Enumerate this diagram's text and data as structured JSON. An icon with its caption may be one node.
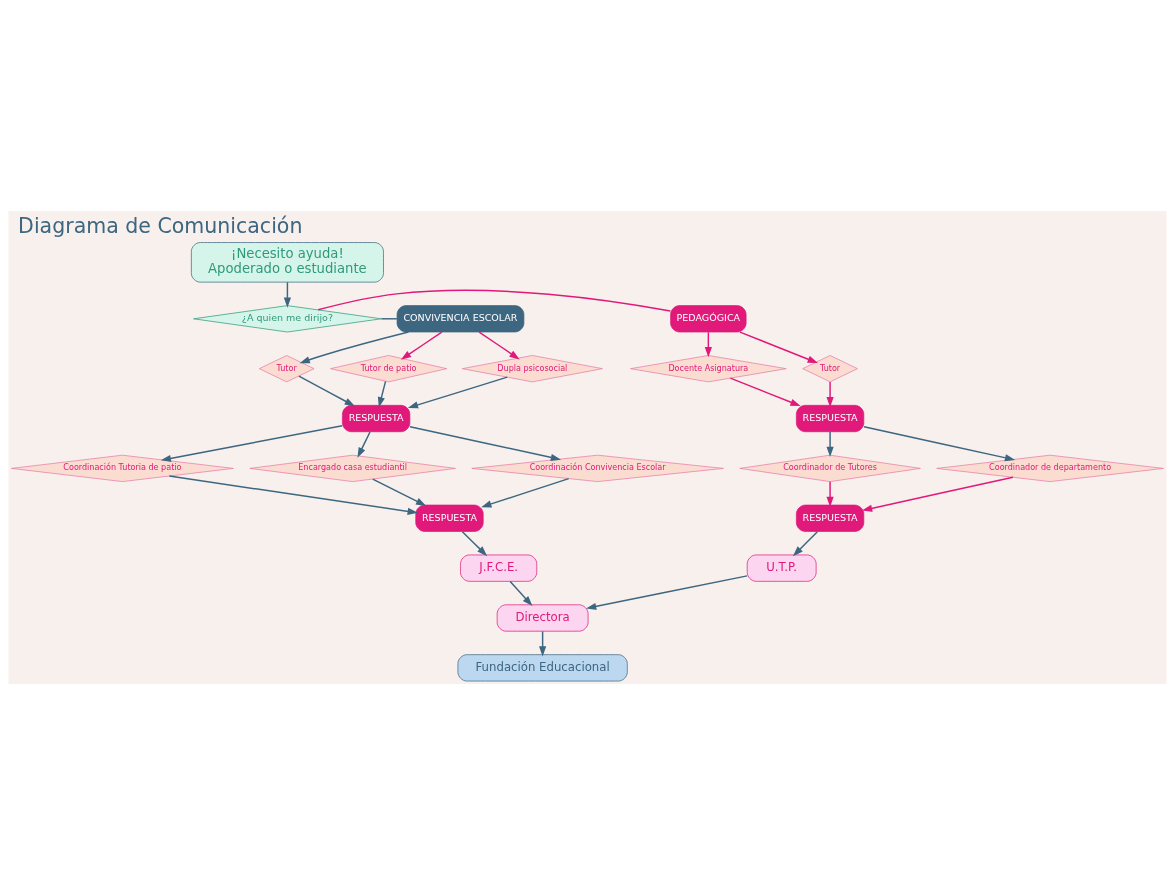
{
  "diagram": {
    "title": "Diagrama de Comunicación",
    "nodes": [
      {
        "text": [
          "¡Necesito ayuda!",
          "Apoderado o estudiante"
        ]
      },
      {
        "text": [
          "¿A quien me dirijo?"
        ]
      },
      {
        "text": [
          "PEDAGÓGICA"
        ]
      },
      {
        "text": [
          "CONVIVENCIA ESCOLAR"
        ]
      },
      {
        "text": [
          "Tutor"
        ]
      },
      {
        "text": [
          "Docente Asignatura"
        ]
      },
      {
        "text": [
          "RESPUESTA"
        ]
      },
      {
        "text": [
          "Coordinador de departamento"
        ]
      },
      {
        "text": [
          "Coordinador de Tutores"
        ]
      },
      {
        "text": [
          "RESPUESTA"
        ]
      },
      {
        "text": [
          "U.T.P."
        ]
      },
      {
        "text": [
          "Tutor"
        ]
      },
      {
        "text": [
          "Tutor de patio"
        ]
      },
      {
        "text": [
          "Dupla psicosocial"
        ]
      },
      {
        "text": [
          "RESPUESTA"
        ]
      },
      {
        "text": [
          "Coordinación Tutoria de patio"
        ]
      },
      {
        "text": [
          "Encargado casa estudiantil"
        ]
      },
      {
        "text": [
          "Coordinación Convivencia Escolar"
        ]
      },
      {
        "text": [
          "RESPUESTA"
        ]
      },
      {
        "text": [
          "J.F.C.E."
        ]
      },
      {
        "text": [
          "Directora"
        ]
      },
      {
        "text": [
          "Fundación Educacional"
        ]
      }
    ],
    "edges": [
      {
        "from": 0,
        "to": 1,
        "arrow": "to"
      },
      {
        "from": 1,
        "to": 2,
        "arrow": "none",
        "color": "#e0197a"
      },
      {
        "from": 1,
        "to": 3,
        "arrow": "none"
      },
      {
        "from": 2,
        "to": 4,
        "arrow": "to",
        "color": "#e0197a"
      },
      {
        "from": 2,
        "to": 5,
        "arrow": "to",
        "color": "#e0197a"
      },
      {
        "from": 4,
        "to": 6,
        "arrow": "to",
        "color": "#e0197a"
      },
      {
        "from": 5,
        "to": 6,
        "arrow": "to",
        "color": "#e0197a"
      },
      {
        "from": 6,
        "to": 7,
        "arrow": "to"
      },
      {
        "from": 6,
        "to": 8,
        "arrow": "to"
      },
      {
        "from": 7,
        "to": 9,
        "arrow": "to",
        "color": "#e0197a"
      },
      {
        "from": 8,
        "to": 9,
        "arrow": "to",
        "color": "#e0197a"
      },
      {
        "from": 9,
        "to": 10,
        "arrow": "to"
      },
      {
        "from": 3,
        "to": 11,
        "arrow": "to"
      },
      {
        "from": 3,
        "to": 12,
        "arrow": "to",
        "color": "#e0197a"
      },
      {
        "from": 3,
        "to": 13,
        "arrow": "to",
        "color": "#e0197a"
      },
      {
        "from": 11,
        "to": 14,
        "arrow": "to"
      },
      {
        "from": 12,
        "to": 14,
        "arrow": "to"
      },
      {
        "from": 13,
        "to": 14,
        "arrow": "to"
      },
      {
        "from": 14,
        "to": 15,
        "arrow": "to"
      },
      {
        "from": 14,
        "to": 16,
        "arrow": "to"
      },
      {
        "from": 14,
        "to": 17,
        "arrow": "to"
      },
      {
        "from": 15,
        "to": 18,
        "arrow": "to"
      },
      {
        "from": 16,
        "to": 18,
        "arrow": "to"
      },
      {
        "from": 17,
        "to": 18,
        "arrow": "to"
      },
      {
        "from": 18,
        "to": 19,
        "arrow": "to"
      },
      {
        "from": 10,
        "to": 20,
        "arrow": "to"
      },
      {
        "from": 19,
        "to": 20,
        "arrow": "to"
      },
      {
        "from": 20,
        "to": 21,
        "arrow": "to"
      }
    ]
  }
}
